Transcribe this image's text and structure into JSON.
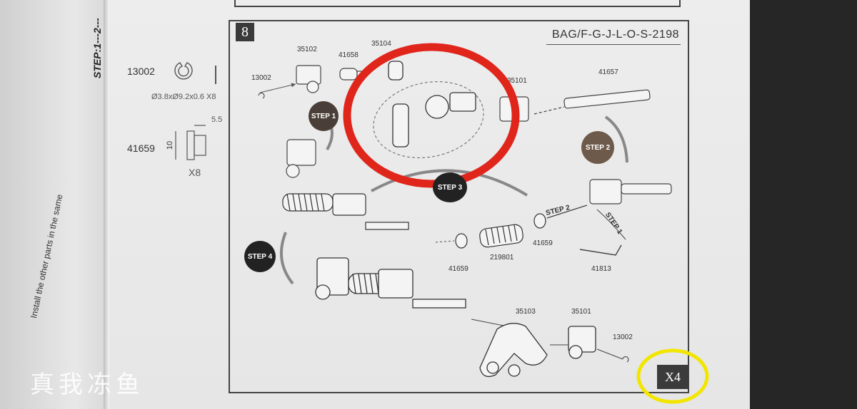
{
  "header": {
    "step_range": "STEP:1---2---",
    "step_number": "8",
    "bag_code": "BAG/F-G-J-L-O-S-2198"
  },
  "left_page": {
    "instruction": "Install the other parts in the same"
  },
  "parts_legend": [
    {
      "id": "13002",
      "spec": "Ø3.8xØ9.2x0.6 X8"
    },
    {
      "id": "41659",
      "dim_a": "10",
      "dim_b": "5.5",
      "qty": "X8"
    }
  ],
  "part_labels": {
    "p35102": "35102",
    "p41658": "41658",
    "p35104": "35104",
    "p13002_top": "13002",
    "p35101_top": "35101",
    "p41657": "41657",
    "p41659_a": "41659",
    "p219801": "219801",
    "p41659_b": "41659",
    "p41813": "41813",
    "p35103": "35103",
    "p35101_bottom": "35101",
    "p13002_bottom": "13002"
  },
  "steps": {
    "step1": "STEP 1",
    "step2": "STEP 2",
    "step3": "STEP 3",
    "step4": "STEP 4",
    "arrow_step2": "STEP 2",
    "arrow_step1": "STEP 1"
  },
  "quantity_badge": "X4",
  "watermark": "真我冻鱼",
  "annotations": {
    "red_circle_color": "#e0251b",
    "yellow_circle_color": "#f2e600"
  }
}
